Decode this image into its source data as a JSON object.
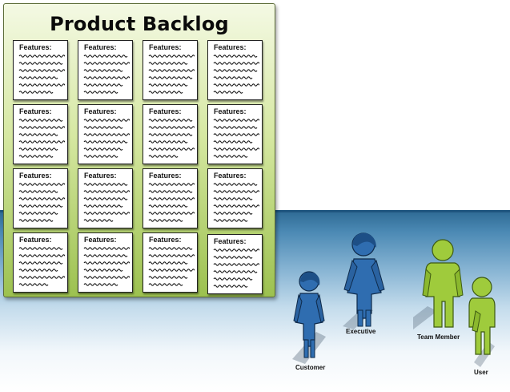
{
  "board": {
    "title": "Product Backlog",
    "card_label": "Features:",
    "rows": 4,
    "columns": 4
  },
  "people": [
    {
      "id": "customer",
      "label": "Customer",
      "color": "#2f6db0",
      "figure": "woman"
    },
    {
      "id": "executive",
      "label": "Executive",
      "color": "#2f6db0",
      "figure": "woman"
    },
    {
      "id": "team_member",
      "label": "Team Member",
      "color": "#9fcb3c",
      "figure": "man"
    },
    {
      "id": "user",
      "label": "User",
      "color": "#9fcb3c",
      "figure": "man"
    }
  ],
  "colors": {
    "board_top": "#f4f9e4",
    "board_bottom": "#9cc14f",
    "sea": "#2f6b95"
  }
}
